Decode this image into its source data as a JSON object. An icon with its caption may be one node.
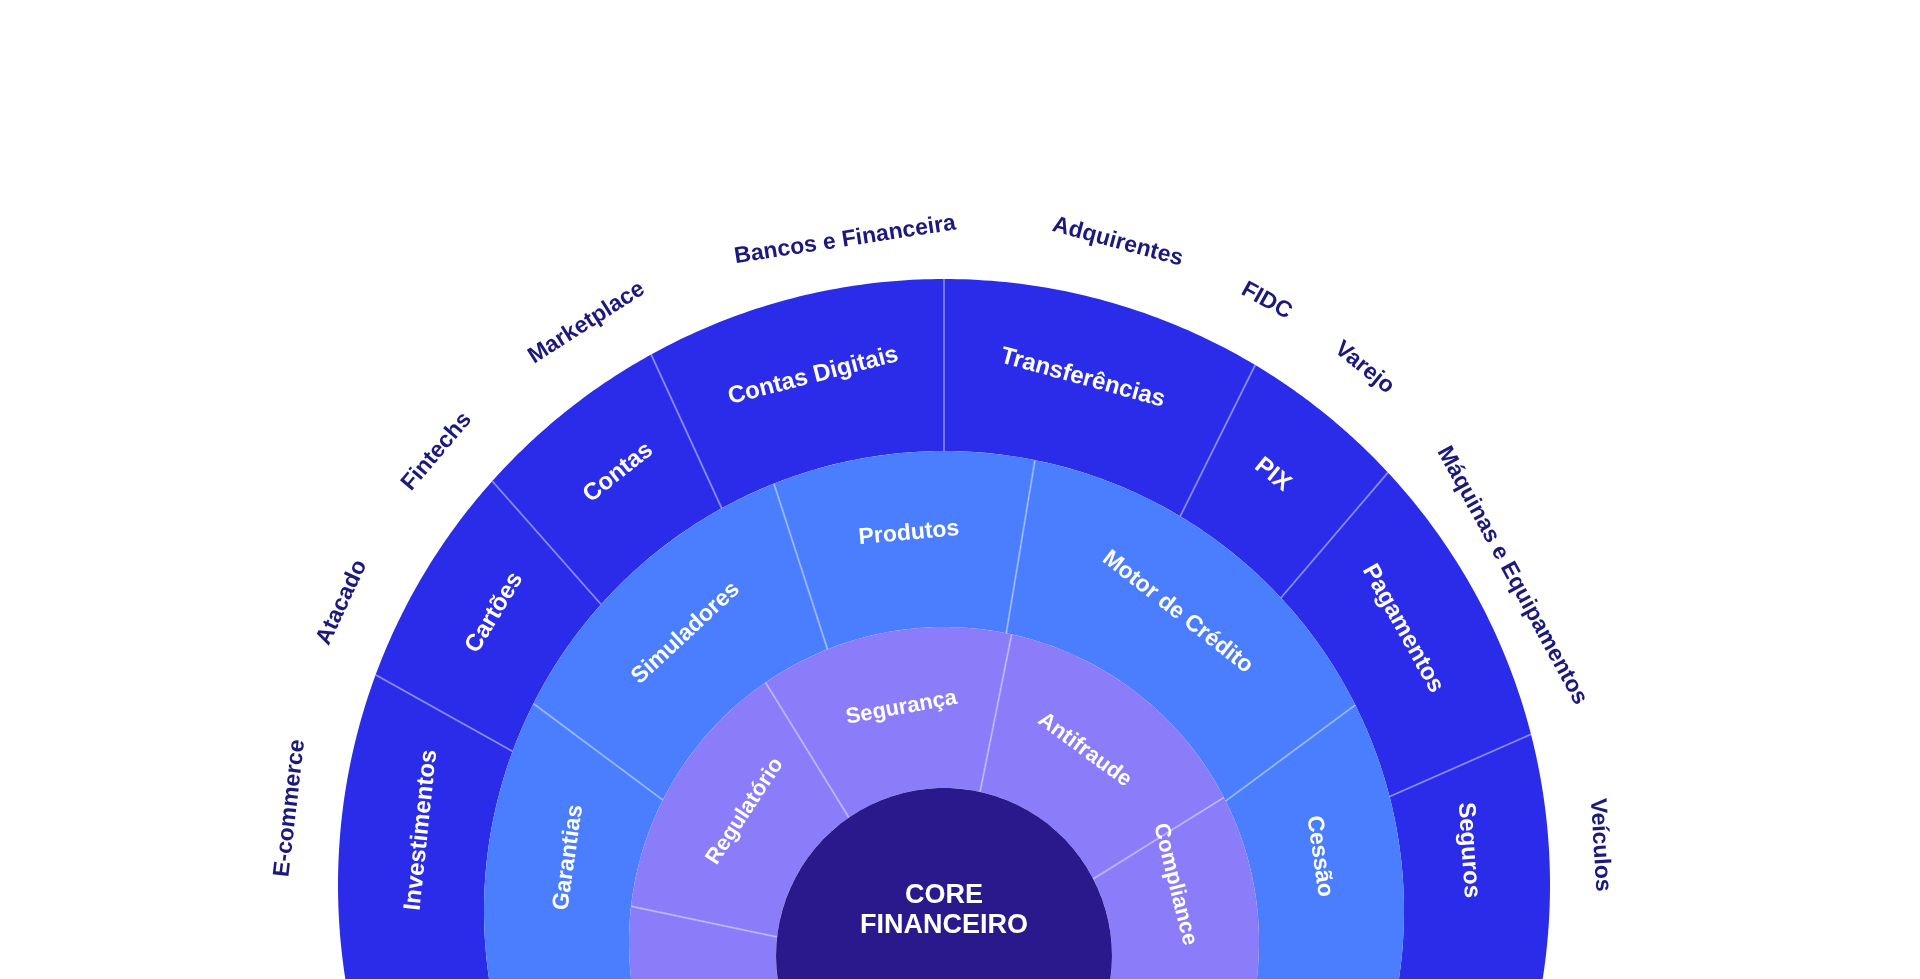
{
  "diagram": {
    "nodes": [
      {
        "text": [
          "Investimentos"
        ]
      },
      {
        "text": [
          "Cartões"
        ]
      },
      {
        "text": [
          "Contas"
        ]
      },
      {
        "text": [
          "Contas Digitais"
        ]
      },
      {
        "text": [
          "Transferências"
        ]
      },
      {
        "text": [
          "PIX"
        ]
      },
      {
        "text": [
          "Pagamentos"
        ]
      },
      {
        "text": [
          "Seguros"
        ]
      },
      {
        "text": [
          "Garantias"
        ]
      },
      {
        "text": [
          "Simuladores"
        ]
      },
      {
        "text": [
          "Produtos"
        ]
      },
      {
        "text": [
          "Motor de Crédito"
        ]
      },
      {
        "text": [
          "Cessão"
        ]
      },
      {
        "text": [],
        "shape": "arc"
      },
      {
        "text": [
          "Regulatório"
        ]
      },
      {
        "text": [
          "Segurança"
        ]
      },
      {
        "text": [
          "Antifraude"
        ]
      },
      {
        "text": [
          "Compliance"
        ]
      },
      {
        "text": [
          "CORE FINANCEIRO"
        ]
      }
    ],
    "labels": [
      "E-commerce",
      "Atacado",
      "Fintechs",
      "Marketplace",
      "Bancos e Financeira",
      "Adquirentes",
      "FIDC",
      "Varejo",
      "Máquinas e Equipamentos",
      "Veículos"
    ]
  }
}
